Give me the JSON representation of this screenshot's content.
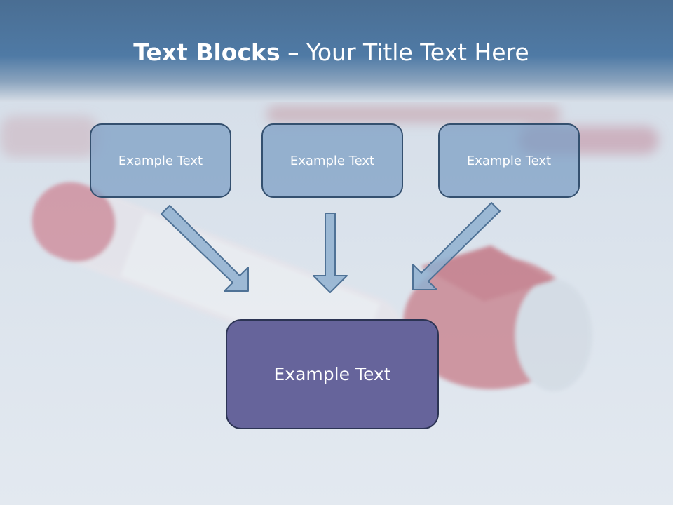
{
  "title": {
    "bold": "Text Blocks",
    "rest": " – Your Title Text Here"
  },
  "blocks": {
    "left": "Example Text",
    "center": "Example Text",
    "right": "Example Text",
    "bottom": "Example Text"
  },
  "colors": {
    "header": "#4f7aa5",
    "block_fill": "#8fb0d0",
    "block_border": "#34506f",
    "bottom_block_fill": "#66649b",
    "arrow_fill": "#8fb0d0"
  }
}
